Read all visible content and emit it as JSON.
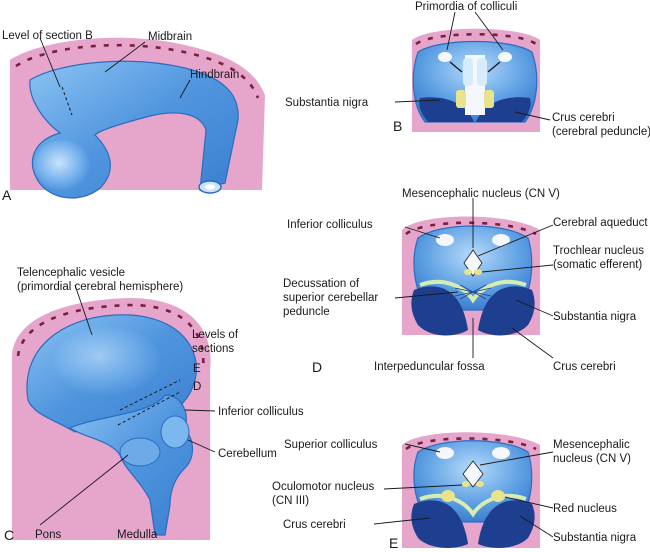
{
  "panels": {
    "A": {
      "letter": "A",
      "labels": {
        "level_section_b": "Level of section B",
        "midbrain": "Midbrain",
        "hindbrain": "Hindbrain"
      }
    },
    "B": {
      "letter": "B",
      "labels": {
        "primordia_colliculi": "Primordia of colliculi",
        "substantia_nigra": "Substantia nigra",
        "crus_cerebri_line1": "Crus cerebri",
        "crus_cerebri_line2": "(cerebral peduncle)"
      }
    },
    "C": {
      "letter": "C",
      "labels": {
        "telencephalic_line1": "Telencephalic vesicle",
        "telencephalic_line2": "(primordial cerebral hemisphere)",
        "levels_line1": "Levels of",
        "levels_line2": "sections",
        "level_e": "E",
        "level_d": "D",
        "inferior_colliculus": "Inferior colliculus",
        "cerebellum": "Cerebellum",
        "pons": "Pons",
        "medulla": "Medulla"
      }
    },
    "D": {
      "letter": "D",
      "labels": {
        "mesencephalic_nucleus": "Mesencephalic nucleus (CN V)",
        "inferior_colliculus": "Inferior colliculus",
        "cerebral_aqueduct": "Cerebral aqueduct",
        "trochlear_line1": "Trochlear nucleus",
        "trochlear_line2": "(somatic efferent)",
        "decussation_line1": "Decussation of",
        "decussation_line2": "superior cerebellar",
        "decussation_line3": "peduncle",
        "substantia_nigra": "Substantia nigra",
        "interpeduncular_fossa": "Interpeduncular fossa",
        "crus_cerebri": "Crus cerebri"
      }
    },
    "E": {
      "letter": "E",
      "labels": {
        "superior_colliculus": "Superior colliculus",
        "mesencephalic_line1": "Mesencephalic",
        "mesencephalic_line2": "nucleus (CN V)",
        "oculomotor_line1": "Oculomotor nucleus",
        "oculomotor_line2": "(CN III)",
        "red_nucleus": "Red nucleus",
        "crus_cerebri": "Crus cerebri",
        "substantia_nigra": "Substantia nigra"
      }
    }
  },
  "colors": {
    "tissue_pink": "#e6a6cc",
    "tissue_dots": "#7a1f3c",
    "neural_blue": "#5aa0e6",
    "neural_blue_light": "#c9e4fb",
    "crus_dark_blue": "#1e3f8f",
    "nucleus_yellow": "#e9e48a",
    "nigra_green": "#d6ecb0",
    "ventricle_white": "#f4f8fc"
  }
}
